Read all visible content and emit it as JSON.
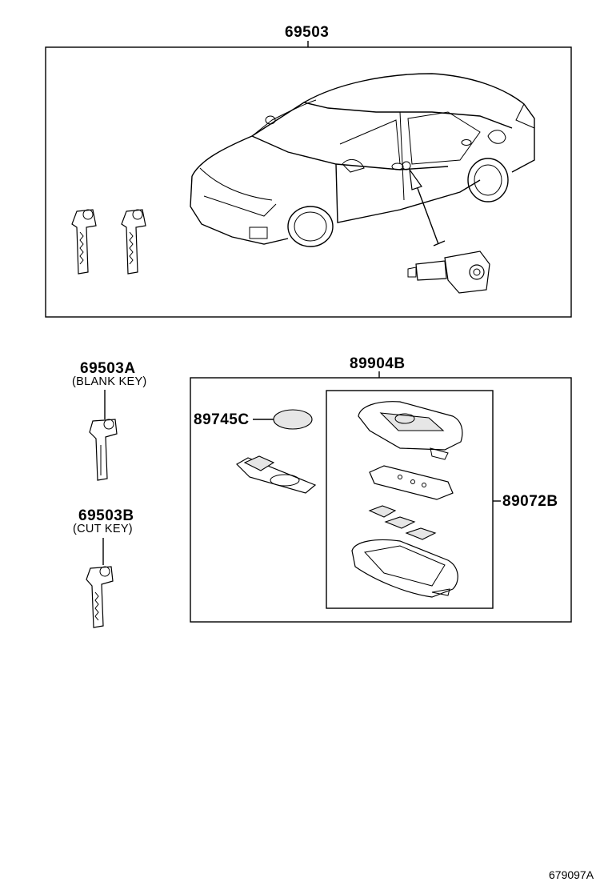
{
  "labels": {
    "main_part": "69503",
    "blank_key_part": "69503A",
    "blank_key_desc": "(BLANK KEY)",
    "cut_key_part": "69503B",
    "cut_key_desc": "(CUT KEY)",
    "transmitter_assy": "89904B",
    "battery": "89745C",
    "transmitter_case": "89072B"
  },
  "footer": {
    "illustration_ref": "679097A"
  }
}
